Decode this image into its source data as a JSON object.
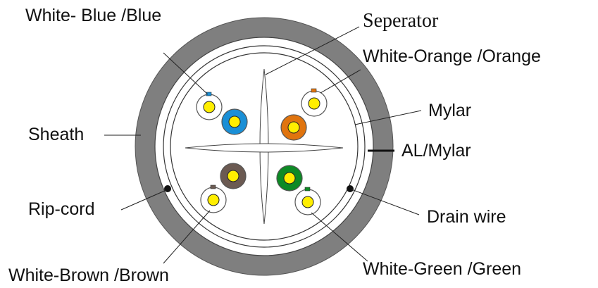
{
  "labels": {
    "white_blue": "White- Blue /Blue",
    "separator": "Seperator",
    "white_orange": "White-Orange /Orange",
    "mylar": "Mylar",
    "sheath": "Sheath",
    "al_mylar": "AL/Mylar",
    "rip_cord": "Rip-cord",
    "drain_wire": "Drain wire",
    "white_brown": "White-Brown /Brown",
    "white_green": "White-Green /Green"
  },
  "colors": {
    "sheath": "#7f7f7f",
    "blue": "#1a8fd6",
    "orange": "#e0740e",
    "brown": "#6b5a52",
    "green": "#0d8a25",
    "core_yellow": "#ffee00",
    "black": "#111111"
  }
}
